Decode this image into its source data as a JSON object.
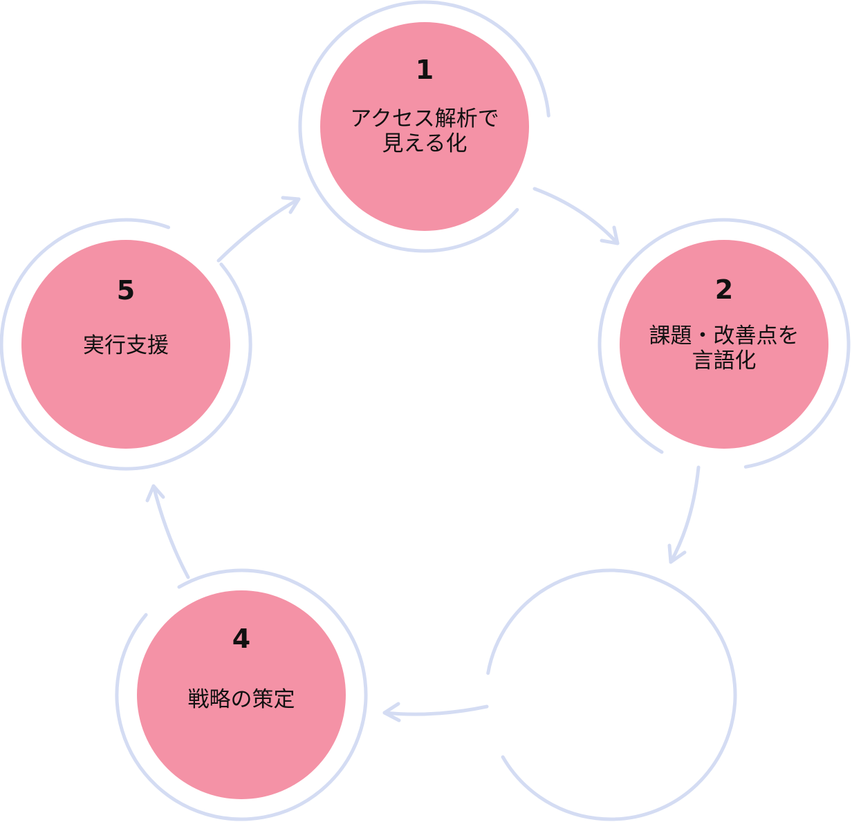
{
  "diagram": {
    "type": "cycle",
    "steps": [
      {
        "number": "1",
        "label_lines": [
          "アクセス解析で",
          "見える化"
        ],
        "filled": true
      },
      {
        "number": "2",
        "label_lines": [
          "課題・改善点を",
          "言語化"
        ],
        "filled": true
      },
      {
        "number": "",
        "label_lines": [],
        "filled": false
      },
      {
        "number": "4",
        "label_lines": [
          "戦略の策定"
        ],
        "filled": true
      },
      {
        "number": "5",
        "label_lines": [
          "実行支援"
        ],
        "filled": true
      }
    ],
    "colors": {
      "ring": "#d4dcf3",
      "disc": "#f492a6",
      "text": "#111111"
    }
  }
}
